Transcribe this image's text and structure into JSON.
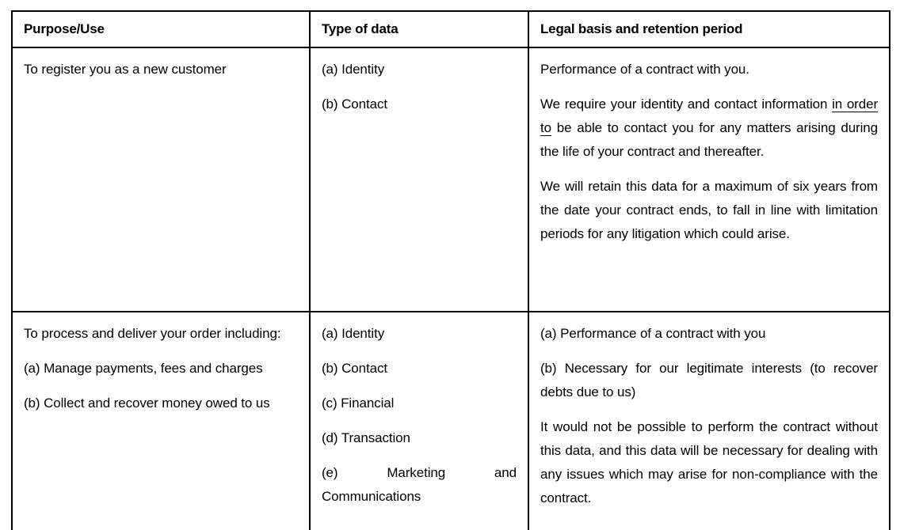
{
  "table": {
    "caption": "Purpose/Use, Type of data, Legal basis and retention period",
    "headers": {
      "purpose": "Purpose/Use",
      "type": "Type of data",
      "legal": "Legal basis and retention period"
    },
    "rows": [
      {
        "purpose": {
          "paragraphs": [
            "To register you as a new customer"
          ]
        },
        "type": {
          "items": [
            "(a) Identity",
            "(b) Contact"
          ]
        },
        "legal": {
          "paragraphs": [
            "Performance of a contract with you.",
            {
              "before": "We require your identity and contact information ",
              "marked": "in order to",
              "after": " be able to contact you for any matters arising during the life of your contract and thereafter."
            },
            "We will retain this data for a maximum of six years from the date your contract ends, to fall in line with limitation periods for any litigation which could arise."
          ]
        }
      },
      {
        "purpose": {
          "paragraphs": [
            "To process and deliver your order including:",
            "(a) Manage payments, fees and charges",
            "(b) Collect and recover money owed to us"
          ]
        },
        "type": {
          "items": [
            "(a) Identity",
            "(b) Contact",
            "(c) Financial",
            "(d) Transaction",
            "(e) Marketing and Communications"
          ]
        },
        "legal": {
          "paragraphs": [
            "(a) Performance of a contract with you",
            "(b) Necessary for our legitimate interests (to recover debts due to us)",
            "It would not be possible to perform the contract without this data, and this data will be necessary for dealing with any issues which may arise for non-compliance with the contract."
          ]
        }
      }
    ]
  },
  "colors": {
    "border": "#000000",
    "text": "#000000",
    "background": "#ffffff",
    "suggestion_underline": "#6c6ce0"
  }
}
